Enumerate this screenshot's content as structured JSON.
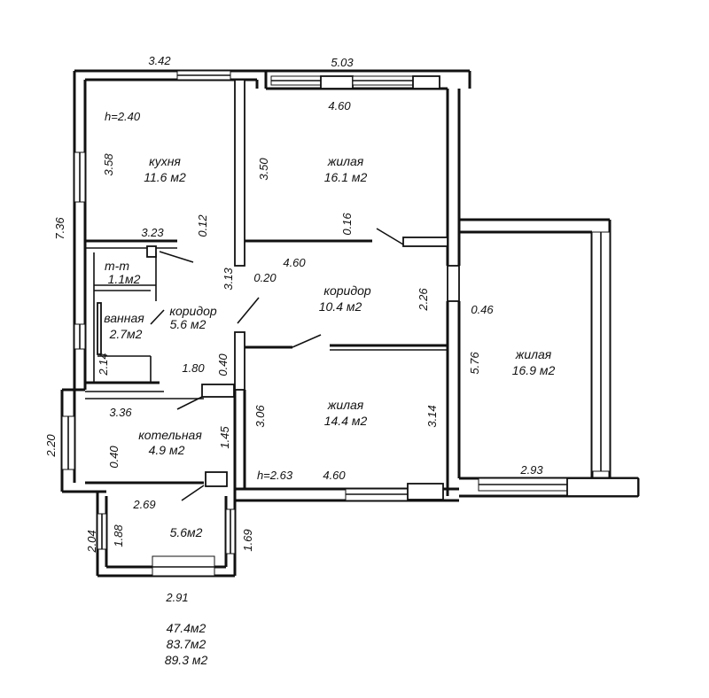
{
  "rooms": {
    "kitchen": {
      "name": "кухня",
      "area": "11.6 м2"
    },
    "living_top": {
      "name": "жилая",
      "area": "16.1 м2"
    },
    "living_right": {
      "name": "жилая",
      "area": "16.9 м2"
    },
    "living_bottom": {
      "name": "жилая",
      "area": "14.4 м2"
    },
    "corridor_main": {
      "name": "коридор",
      "area": "10.4 м2"
    },
    "corridor_left": {
      "name": "коридор",
      "area": "5.6 м2"
    },
    "bathroom": {
      "name": "ванная",
      "area": "2.7м2"
    },
    "toilet": {
      "name": "т-т",
      "area": "1.1м2"
    },
    "boiler": {
      "name": "котельная",
      "area": "4.9  м2"
    },
    "porch": {
      "area": "5.6м2"
    }
  },
  "heights": {
    "kitchen": "h=2.40",
    "living_bottom": "h=2.63"
  },
  "dims": {
    "d342": "3.42",
    "d503": "5.03",
    "d460a": "4.60",
    "d358": "3.58",
    "d350": "3.50",
    "d736": "7.36",
    "d012": "0.12",
    "d016": "0.16",
    "d323": "3.23",
    "d460b": "4.60",
    "d313": "3.13",
    "d020": "0.20",
    "d226": "2.26",
    "d046": "0.46",
    "d576": "5.76",
    "d214": "2.14",
    "d180": "1.80",
    "d040a": "0.40",
    "d336": "3.36",
    "d306": "3.06",
    "d314": "3.14",
    "d220": "2.20",
    "d040b": "0.40",
    "d145": "1.45",
    "d263": "h=2.63",
    "d460c": "4.60",
    "d293": "2.93",
    "d269": "2.69",
    "d204": "2.04",
    "d188": "1.88",
    "d169": "1.69",
    "d291": "2.91"
  },
  "totals": [
    "47.4м2",
    "83.7м2",
    "89.3  м2"
  ]
}
